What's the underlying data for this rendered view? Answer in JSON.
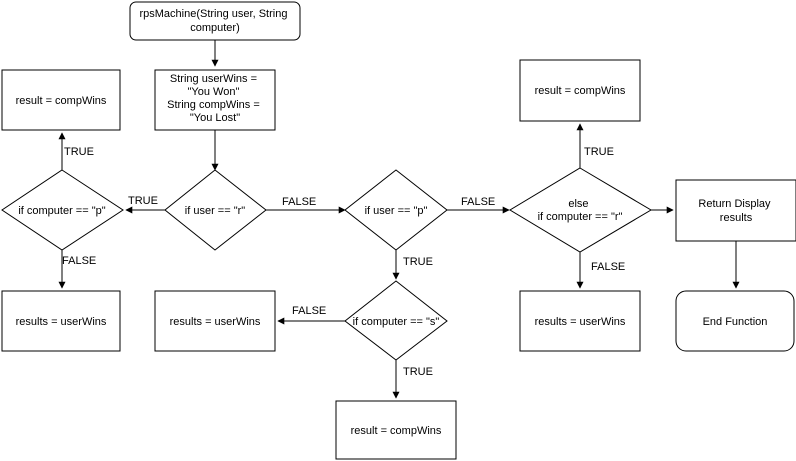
{
  "nodes": {
    "start": [
      "rpsMachine(String user, String",
      "computer)"
    ],
    "init": [
      "String userWins =",
      "\"You Won\"",
      "String compWins =",
      "\"You Lost\""
    ],
    "if_user_r": [
      "if user == \"r\""
    ],
    "if_comp_p": [
      "if computer == \"p\""
    ],
    "left_true_result": [
      "result = compWins"
    ],
    "left_false_result": [
      "results = userWins"
    ],
    "if_user_p": [
      "if user == \"p\""
    ],
    "if_comp_s": [
      "if computer == \"s\""
    ],
    "mid_false_result": [
      "results = userWins"
    ],
    "mid_true_result": [
      "result = compWins"
    ],
    "else_comp_r": [
      "else",
      "if computer == \"r\""
    ],
    "right_true_result": [
      "result = compWins"
    ],
    "right_false_result": [
      "results = userWins"
    ],
    "return_display": [
      "Return Display",
      "results"
    ],
    "end": [
      "End Function"
    ]
  },
  "edge_labels": {
    "true": "TRUE",
    "false": "FALSE"
  }
}
